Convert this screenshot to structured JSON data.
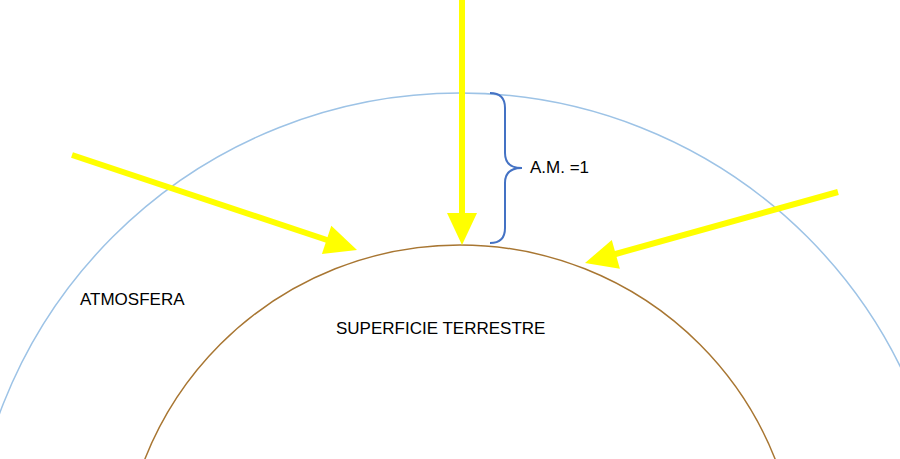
{
  "diagram": {
    "labels": [
      "ATMOSFERA",
      "SUPERFICIE TERRESTRE",
      "A.M. =1"
    ]
  }
}
